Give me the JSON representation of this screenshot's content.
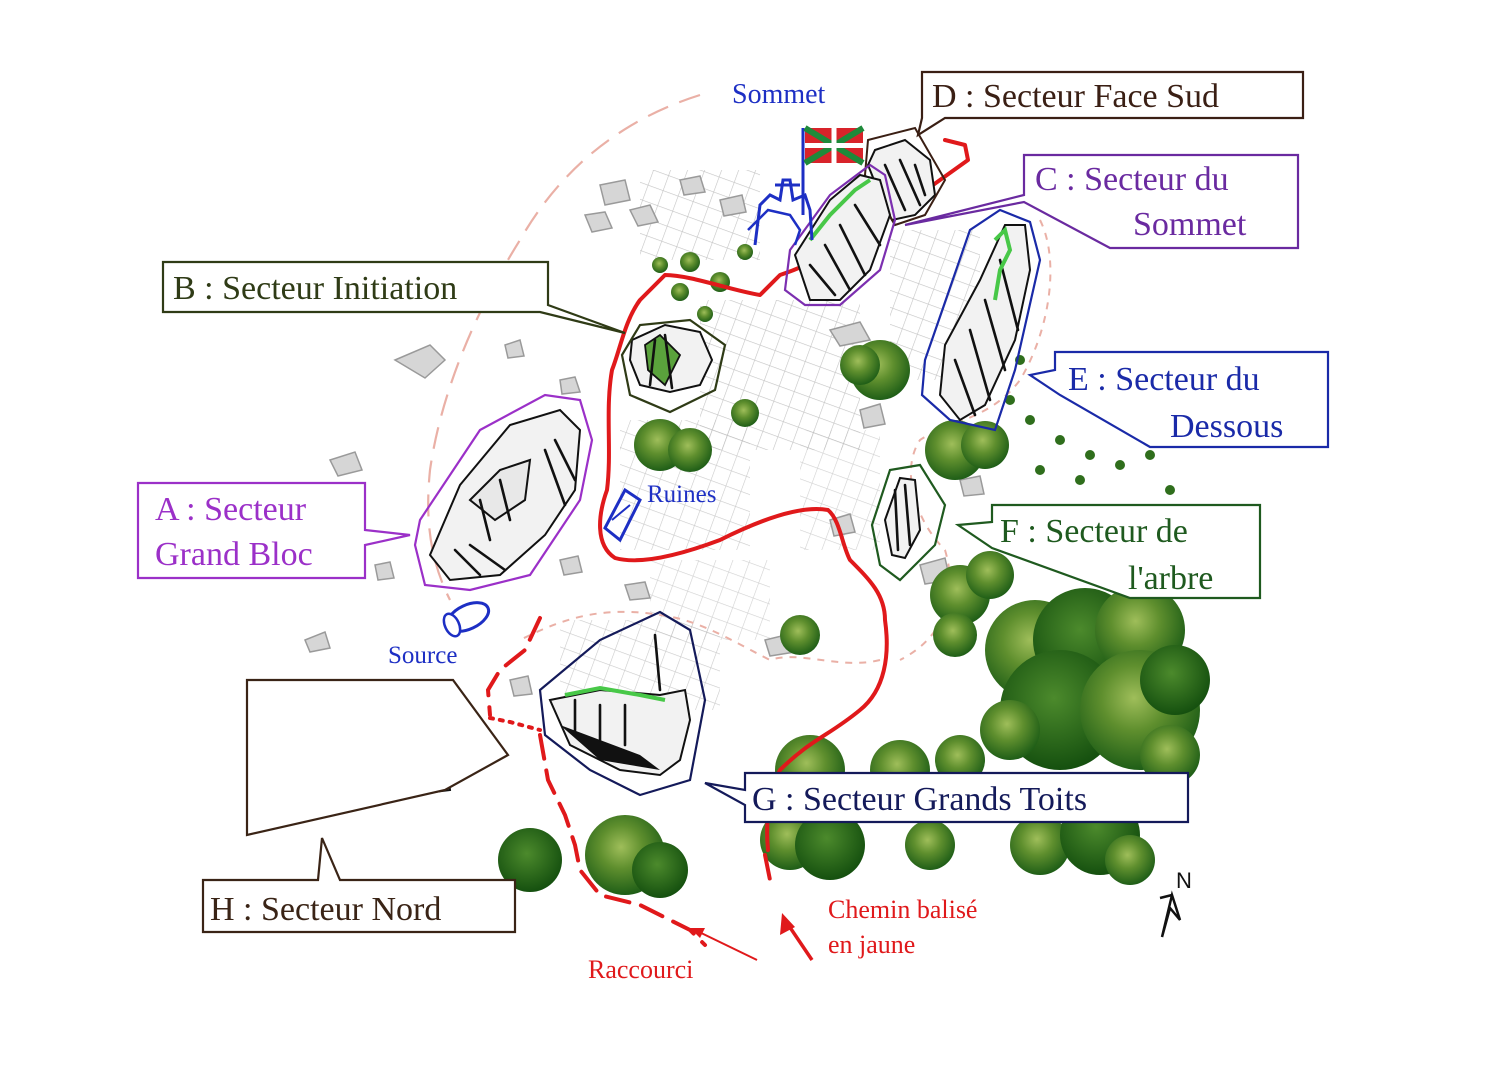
{
  "map": {
    "labels": {
      "sommet": "Sommet",
      "ruines": "Ruines",
      "source": "Source",
      "chemin_line1": "Chemin balisé",
      "chemin_line2": "en jaune",
      "raccourci": "Raccourci",
      "north": "N"
    },
    "sectors": {
      "a": {
        "line1": "A : Secteur",
        "line2": "Grand Bloc",
        "color": "#9b30c8"
      },
      "b": {
        "line1": "B : Secteur Initiation",
        "color": "#2f3b16"
      },
      "c": {
        "line1": "C : Secteur du",
        "line2": "Sommet",
        "color": "#6a2aa0"
      },
      "d": {
        "line1": "D : Secteur Face Sud",
        "color": "#3a1f14"
      },
      "e": {
        "line1": "E : Secteur du",
        "line2": "Dessous",
        "color": "#1a2aa8"
      },
      "f": {
        "line1": "F : Secteur de",
        "line2": "l'arbre",
        "color": "#1f5a1f"
      },
      "g": {
        "line1": "G : Secteur Grands Toits",
        "color": "#141a5a"
      },
      "h": {
        "line1": "H : Secteur Nord",
        "color": "#3a2416"
      }
    },
    "colors": {
      "trail": "#e0191b",
      "tree": "#2f6e1c",
      "tree_light": "#7aa243",
      "place_blue": "#1d2fc4",
      "flag_red": "#d8232a",
      "flag_green": "#1e8a3a"
    },
    "icons": [
      "summit-cross-icon",
      "basque-flag-icon",
      "ruins-icon",
      "spring-icon",
      "north-arrow-icon"
    ]
  }
}
